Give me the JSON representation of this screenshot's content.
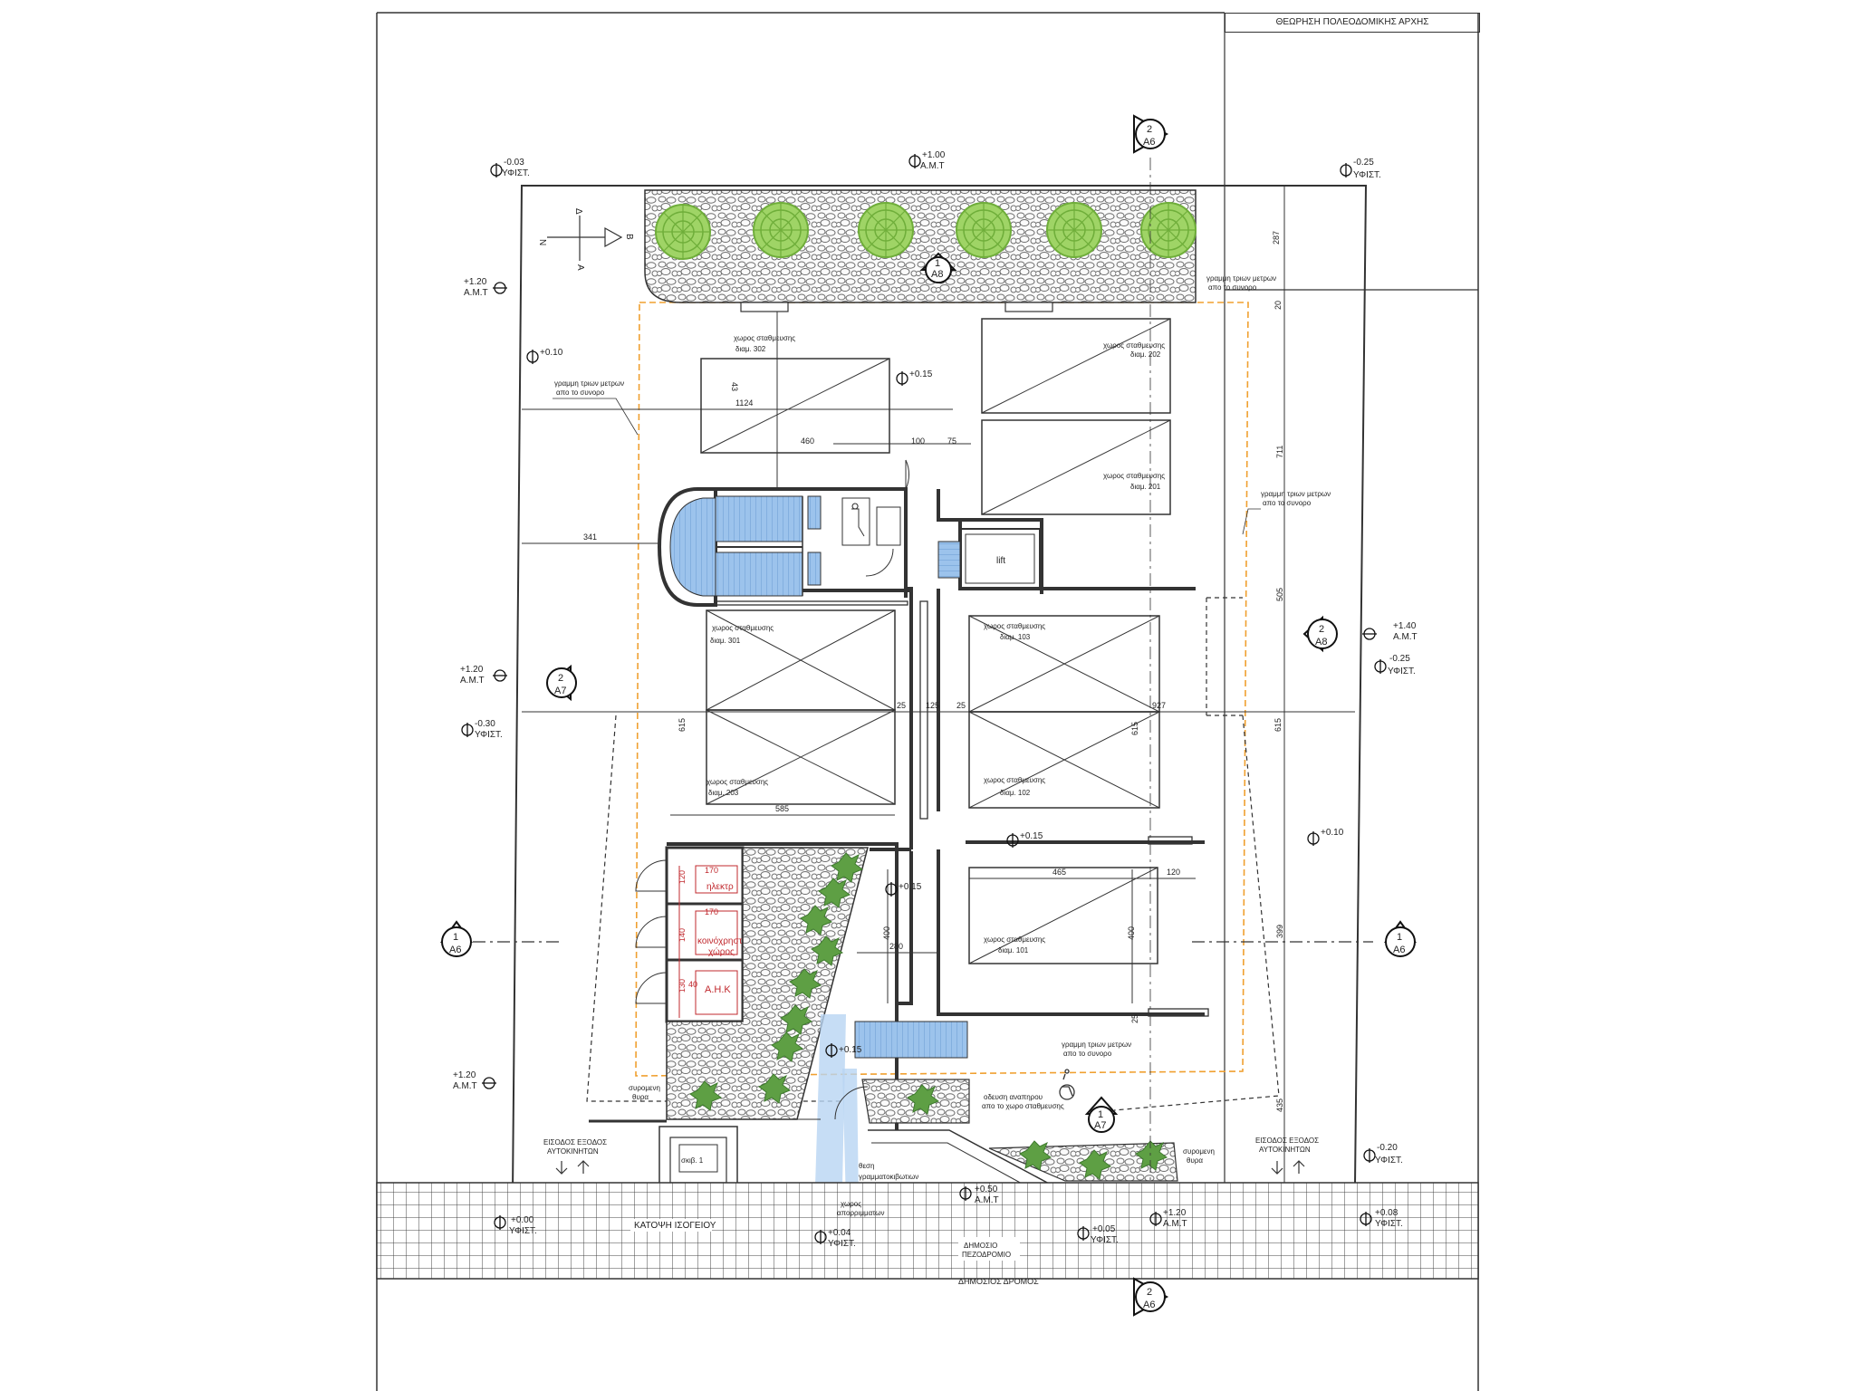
{
  "stamp": "ΘΕΩΡΗΣΗ ΠΟΛΕΟΔΟΜΙΚΗΣ ΑΡΧΗΣ",
  "compass": {
    "n": "Ν",
    "b": "Β",
    "d": "Δ",
    "a": "Α"
  },
  "levels": {
    "tl": {
      "value": "-0.03",
      "label": "ΥΦΙΣΤ."
    },
    "tm": {
      "value": "+1.00",
      "label": "Α.Μ.Τ"
    },
    "tr": {
      "value": "-0.25",
      "label": "ΥΦΙΣΤ."
    },
    "l1": {
      "value": "+1.20",
      "label": "Α.Μ.Τ"
    },
    "l2": {
      "value": "+1.20",
      "label": "Α.Μ.Τ"
    },
    "l3": {
      "value": "-0.30",
      "label": "ΥΦΙΣΤ."
    },
    "l4": {
      "value": "+1.20",
      "label": "Α.Μ.Τ"
    },
    "r1": {
      "value": "+1.40",
      "label": "Α.Μ.Τ"
    },
    "r2": {
      "value": "-0.25",
      "label": "ΥΦΙΣΤ."
    },
    "r3": {
      "value": "-0.20",
      "label": "ΥΦΙΣΤ."
    },
    "i1": "+0.10",
    "i2": "+0.15",
    "i3": "+0.15",
    "i4": "+0.15",
    "i5": "+0.15",
    "i6": "+0.10",
    "b1": {
      "value": "+0.00",
      "label": "ΥΦΙΣΤ."
    },
    "b2": {
      "value": "+0.04",
      "label": "ΥΦΙΣΤ."
    },
    "b3": {
      "value": "+0.50",
      "label": "Α.Μ.Τ"
    },
    "b4": {
      "value": "+0.05",
      "label": "ΥΦΙΣΤ."
    },
    "b5": {
      "value": "+1.20",
      "label": "Α.Μ.Τ"
    },
    "b6": {
      "value": "+0.08",
      "label": "ΥΦΙΣΤ."
    }
  },
  "sections": {
    "top": {
      "n": "2",
      "ref": "A6"
    },
    "bottom": {
      "n": "2",
      "ref": "A6"
    },
    "left": {
      "n": "1",
      "ref": "A6"
    },
    "right": {
      "n": "1",
      "ref": "A6"
    },
    "a7_left": {
      "n": "2",
      "ref": "A7"
    },
    "a8_right": {
      "n": "2",
      "ref": "A8"
    },
    "a8_top": {
      "n": "1",
      "ref": "A8"
    },
    "a7_bottom": {
      "n": "1",
      "ref": "A7"
    }
  },
  "parking": {
    "p302": {
      "l1": "χωρος σταθμευσης",
      "l2": "διαμ. 302"
    },
    "p202": {
      "l1": "χωρος σταθμευσης",
      "l2": "διαμ. 202"
    },
    "p201": {
      "l1": "χωρος σταθμευσης",
      "l2": "διαμ. 201"
    },
    "p301": {
      "l1": "χωρος σταθμευσης",
      "l2": "διαμ. 301"
    },
    "p103": {
      "l1": "χωρος σταθμευσης",
      "l2": "διαμ. 103"
    },
    "p203": {
      "l1": "χωρος σταθμευσης",
      "l2": "διαμ. 203"
    },
    "p102": {
      "l1": "χωρος σταθμευσης",
      "l2": "διαμ. 102"
    },
    "p101": {
      "l1": "χωρος σταθμευσης",
      "l2": "διαμ. 101"
    }
  },
  "setback": {
    "l1": "γραμμη τριων μετρων",
    "l2": "απο το συνορο"
  },
  "rooms": {
    "lift": "lift",
    "elec": "ηλεκτρ",
    "common1": "κοινόχρηστος",
    "common2": "χώρος",
    "ahk": "Α.Η.Κ"
  },
  "dims": {
    "d1124": "1124",
    "d43": "43",
    "d460": "460",
    "d100": "100",
    "d75": "75",
    "d341": "341",
    "d287": "287",
    "d711": "711",
    "d615a": "615",
    "d615b": "615",
    "d615c": "615",
    "d125": "125",
    "d25a": "25",
    "d25b": "25",
    "d585": "585",
    "d927": "927",
    "d465": "465",
    "d120": "120",
    "d400a": "400",
    "d400b": "400",
    "d280": "280",
    "d399": "399",
    "d170a": "170",
    "d170b": "170",
    "d120b": "120",
    "d140": "140",
    "d130": "130",
    "d40": "40",
    "d25c": "25",
    "d435": "435",
    "d505": "505",
    "d20": "20"
  },
  "entrances": {
    "left": {
      "l1": "ΕΙΣΟΔΟΣ ΕΞΟΔΟΣ",
      "l2": "ΑΥΤΟΚΙΝΗΤΩΝ"
    },
    "right": {
      "l1": "ΕΙΣΟΔΟΣ ΕΞΟΔΟΣ",
      "l2": "ΑΥΤΟΚΙΝΗΤΩΝ"
    }
  },
  "gates": {
    "left": {
      "l1": "συρομενη",
      "l2": "θυρα"
    },
    "right": {
      "l1": "συρομενη",
      "l2": "θυρα"
    }
  },
  "labels": {
    "disabled1": "οδευση αναπηρου",
    "disabled2": "απο το χωρο σταθμευσης",
    "bins1": "θεση",
    "bins2": "γραμματοκιβωτιων",
    "sign1": "χωρος",
    "sign2": "απορριμματων",
    "skiv": "σκιβ. 1",
    "plan_title": "ΚΑΤΟΨΗ ΙΣΟΓΕΙΟΥ",
    "sidewalk1": "ΔΗΜΟΣΙΟ",
    "sidewalk2": "ΠΕΖΟΔΡΟΜΙΟ",
    "road": "ΔΗΜΟΣΙΟΣ ΔΡΟΜΟΣ"
  },
  "colors": {
    "line": "#2a2a2a",
    "setback": "#f0a030",
    "dim_red": "#c0282d",
    "stair_blue": "#8fb8e6",
    "tree_green": "#8cc84b",
    "climber_green": "#4f8f3a",
    "pebble": "#6e6e6e"
  }
}
